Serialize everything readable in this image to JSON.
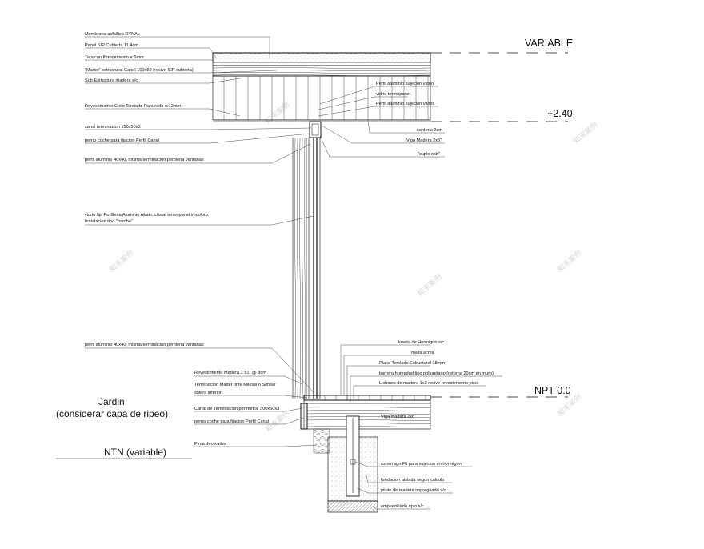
{
  "levels": {
    "variable": "VARIABLE",
    "plus240": "+2.40",
    "npt": "NPT 0.0",
    "ntn": "NTN (variable)",
    "jardin_line1": "Jardin",
    "jardin_line2": "(considerar capa de ripeo)"
  },
  "left_labels": [
    "Membrana asfaltica DYNAL",
    "Panel SIP Cubierta 11.4cm",
    "Tapacan fibrocemento e:6mm",
    "\"Marco\" estrucrural  Canal 100x50 (recive SIP cubierta)",
    "Sub Estructura madera s/c",
    "Revestimeinto Cielo Terciado Ranurado e:12mm",
    "canal terminacion 150x50x3",
    "perno coche para fijacion Perfil Canal",
    "perfil aluminio 40x40, misma terminacion perfileria ventanas",
    "vidrio fijo  Perfileria Aluminio Abatir, cristal termopanel imcoloro.",
    "Instalacion tipo \"parche\"",
    "perfil aluminio 40x40, misma terminacion perfileria ventanas"
  ],
  "right_upper_labels": [
    "Perfil aluminio sujecion vidrio",
    "vidrio termopanel",
    "Perfil aluminio sujecion vidrio",
    "canteria 2cm",
    "Viga Madera 2x5\"",
    "\"suple osb\""
  ],
  "base_left_labels": [
    "Revestimiento Madera 3\"x1\" @ 8cm",
    "Terminacion Mader tinte Milessi o Similar",
    "solera inferior",
    "Canal de Terminacion perimetral 300x50x3",
    "perno coche para fijacion Perfil Canal",
    "Pirca decorativa"
  ],
  "base_right_labels": [
    "loseta de Hormigon s/c",
    "malla acma",
    "Placa Terciado Estructural 18mm",
    "barrera humedad tipo poliuretano (retorna 20cm en muro)",
    "Listones de madera 1x2 recive revestimiento piso",
    "Viga madera 2x6\"",
    "esparrago F8 para sujecion en hormigon",
    "fundacion aislada segun calculo",
    "pilote de madera impregnado s/c",
    "emplantillado ripio s/c"
  ],
  "watermark": "知末案例"
}
